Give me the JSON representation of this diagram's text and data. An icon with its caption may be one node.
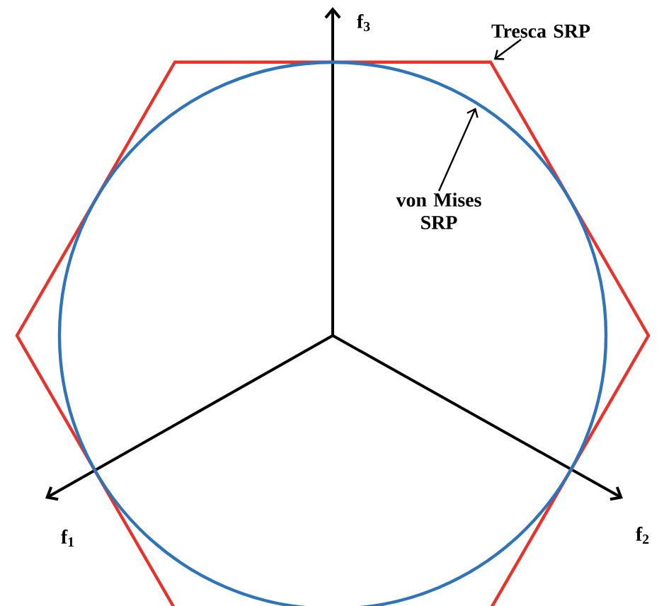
{
  "diagram": {
    "nodes": [
      {
        "text": [],
        "shape": "hexagon"
      },
      {
        "text": [],
        "shape": "circle",
        "in": 0
      },
      {
        "text": [
          "Tresca SRP"
        ]
      },
      {
        "text": [
          "von Mises SRP"
        ],
        "in": 1
      }
    ],
    "edges": [
      {
        "from": 2,
        "to": 0,
        "arrow": "to"
      },
      {
        "from": 3,
        "to": 1,
        "arrow": "to"
      }
    ],
    "labels": [
      "f$_{3}$",
      "f$_{1}$",
      "f$_{2}$"
    ]
  }
}
